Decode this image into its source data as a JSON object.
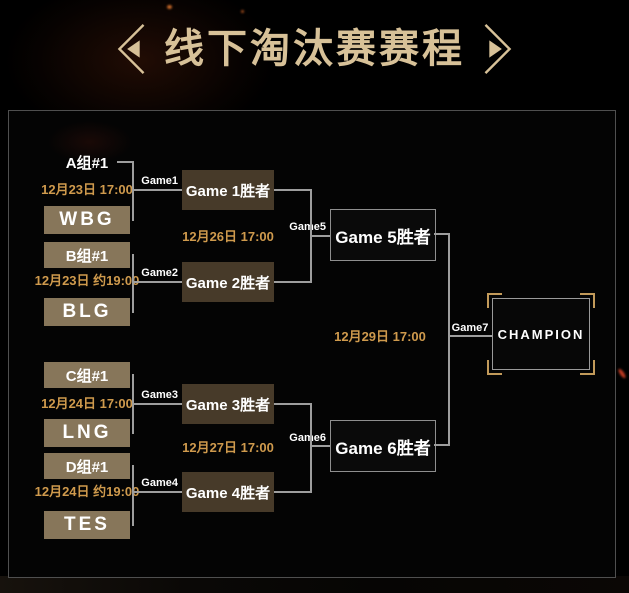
{
  "title": {
    "text": "线下淘汰赛赛程"
  },
  "bracket": {
    "match_labels": [
      "Game1",
      "Game2",
      "Game3",
      "Game4",
      "Game5",
      "Game6",
      "Game7"
    ],
    "groups": [
      {
        "seed": "A组#1",
        "schedule": "12月23日 17:00",
        "team": "WBG"
      },
      {
        "seed": "B组#1",
        "schedule": "12月23日 约19:00",
        "team": "BLG"
      },
      {
        "seed": "C组#1",
        "schedule": "12月24日 17:00",
        "team": "LNG"
      },
      {
        "seed": "D组#1",
        "schedule": "12月24日 约19:00",
        "team": "TES"
      }
    ],
    "quarter_winners": [
      "Game 1胜者",
      "Game 2胜者",
      "Game 3胜者",
      "Game 4胜者"
    ],
    "semi_schedules": [
      "12月26日 17:00",
      "12月27日 17:00"
    ],
    "semi_winners": [
      "Game 5胜者",
      "Game 6胜者"
    ],
    "final_schedule": "12月29日 17:00",
    "champion_label": "CHAMPION"
  },
  "colors": {
    "title_tan": "#d7c198",
    "date_gold": "#cf9a4d",
    "team_box": "#87765a",
    "game_box": "#473a29",
    "line_gray": "#9e9e9e",
    "corner_gold": "#c29a5a"
  }
}
